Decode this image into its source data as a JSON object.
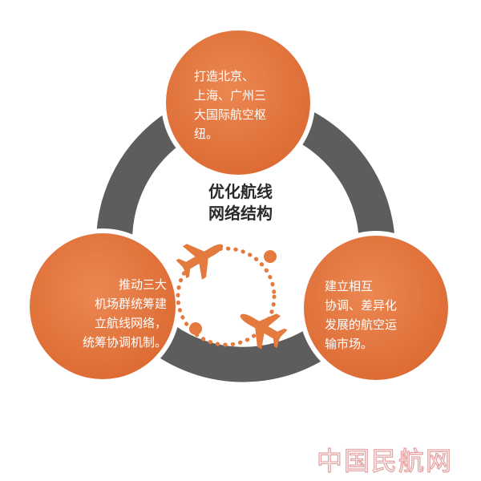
{
  "diagram": {
    "center_title": "优化航线\n网络结构",
    "nodes": {
      "top": "打造北京、\n上海、广州三\n大国际航空枢\n纽。",
      "left": "推动三大\n机场群统筹建\n立航线网络，\n统筹协调机制。",
      "right": "建立相互\n协调、差异化\n发展的航空运\n输市场。"
    },
    "colors": {
      "node_fill": "#e2733c",
      "ring": "#5d5d5d",
      "accent": "#e57a3e",
      "text_on_node": "#ffffff",
      "title": "#2a2a2a"
    },
    "icons": [
      "airplane-icon",
      "airplane-icon"
    ]
  },
  "watermark": {
    "text": "中国民航网",
    "color": "#e6a3a3"
  }
}
